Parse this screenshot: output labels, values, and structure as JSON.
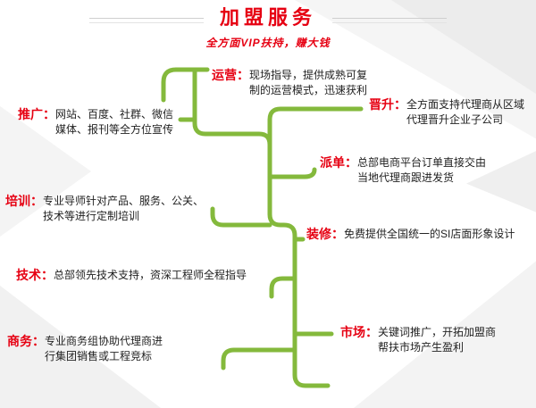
{
  "header": {
    "title": "加盟服务",
    "subtitle": "全方面VIP扶持，赚大钱"
  },
  "colors": {
    "accent_red": "#e60012",
    "vine_green": "#84b93c",
    "text_black": "#222222"
  },
  "items": [
    {
      "id": "yunying",
      "label": "运营：",
      "desc": "现场指导，提供成熟可复制的运营模式，迅速获利"
    },
    {
      "id": "jinsheng",
      "label": "晋升：",
      "desc": "全方面支持代理商从区域代理晋升企业子公司"
    },
    {
      "id": "tuiguang",
      "label": "推广：",
      "desc": "网站、百度、社群、微信媒体、报刊等全方位宣传"
    },
    {
      "id": "paidan",
      "label": "派单：",
      "desc": "总部电商平台订单直接交由当地代理商跟进发货"
    },
    {
      "id": "peixun",
      "label": "培训：",
      "desc": "专业导师针对产品、服务、公关、技术等进行定制培训"
    },
    {
      "id": "zhuangxiu",
      "label": "装修：",
      "desc": "免费提供全国统一的SI店面形象设计"
    },
    {
      "id": "jishu",
      "label": "技术：",
      "desc": "总部领先技术支持，资深工程师全程指导"
    },
    {
      "id": "shichang",
      "label": "市场：",
      "desc": "关键词推广，开拓加盟商帮扶市场产生盈利"
    },
    {
      "id": "shangwu",
      "label": "商务：",
      "desc": "专业商务组协助代理商进行集团销售或工程竞标"
    }
  ]
}
